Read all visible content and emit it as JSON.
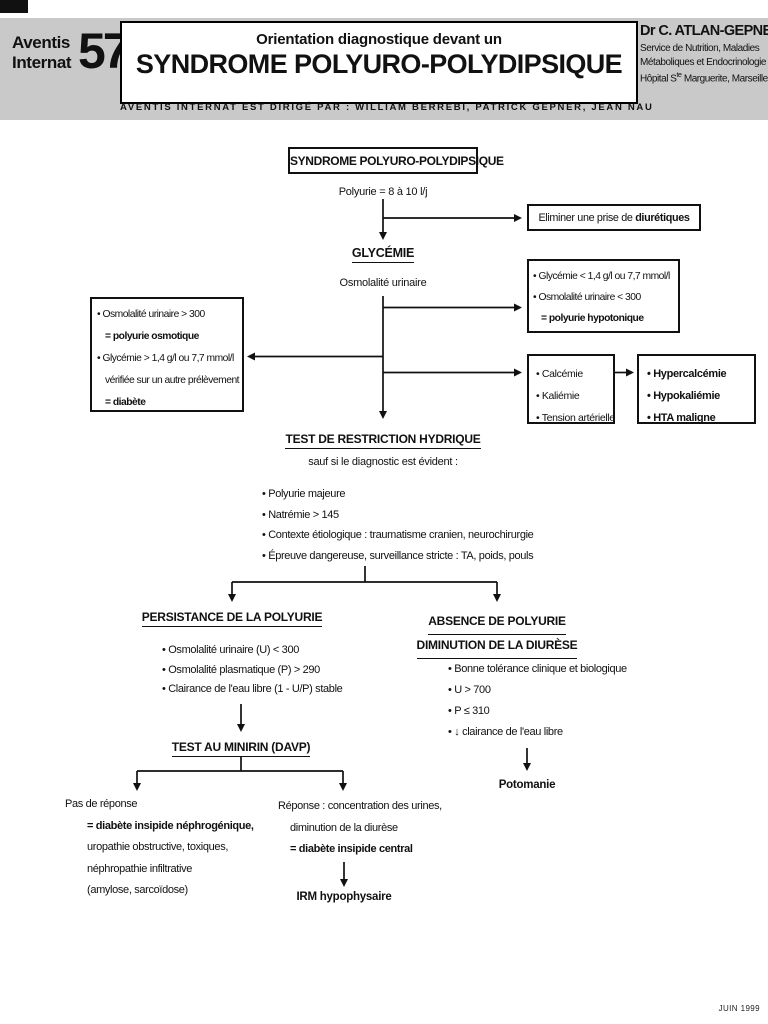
{
  "header": {
    "brand_line1": "Aventis",
    "brand_line2": "Internat",
    "number": "57",
    "title_small": "Orientation diagnostique devant un",
    "title_main": "SYNDROME POLYURO-POLYDIPSIQUE",
    "doctor": "Dr C. ATLAN-GEPNER",
    "service1": "Service de Nutrition, Maladies",
    "service2": "Métaboliques et Endocrinologie",
    "hospital_a": "Hôpital S",
    "hospital_sup": "te",
    "hospital_b": " Marguerite, Marseille",
    "direction": "AVENTIS INTERNAT EST DIRIGÉ PAR : WILLIAM BERREBI, PATRICK GEPNER, JEAN NAU"
  },
  "flow": {
    "root_label": "SYNDROME POLYURO-POLYDIPSIQUE",
    "polyurie_label": "Polyurie = 8 à 10 l/j",
    "eliminer": {
      "text": "Eliminer une prise de ",
      "bold": "diurétiques"
    },
    "glycemie_label": "GLYCÉMIE",
    "osmo_label": "Osmolalité urinaire",
    "box_hypotonique": {
      "b1": "• Glycémie < 1,4 g/l ou 7,7 mmol/l",
      "b2": "• Osmolalité urinaire < 300",
      "eq": "= polyurie hypotonique"
    },
    "box_diabete": {
      "b1": "• Osmolalité urinaire > 300",
      "eq1": "= polyurie osmotique",
      "b2": "• Glycémie > 1,4 g/l ou 7,7 mmol/l",
      "cont": "vérifiée sur un autre prélèvement",
      "eq2": "= diabète"
    },
    "box_calcemie": {
      "items": [
        "• Calcémie",
        "• Kaliémie",
        "• Tension artérielle"
      ]
    },
    "box_causes": {
      "items": [
        "• Hypercalcémie",
        "• Hypokaliémie",
        "• HTA maligne"
      ]
    },
    "restriction": {
      "title": "TEST DE RESTRICTION HYDRIQUE",
      "subtitle": "sauf si le diagnostic est évident :",
      "bullets": [
        "• Polyurie majeure",
        "• Natrémie > 145",
        "• Contexte étiologique : traumatisme cranien, neurochirurgie",
        "• Épreuve dangereuse, surveillance stricte : TA, poids, pouls"
      ]
    },
    "persistance": {
      "title": "PERSISTANCE DE LA POLYURIE",
      "bullets": [
        "• Osmolalité urinaire (U) < 300",
        "• Osmolalité plasmatique (P) > 290",
        "• Clairance de l'eau libre (1 - U/P) stable"
      ]
    },
    "absence": {
      "title_line1": "ABSENCE DE POLYURIE",
      "title_line2": "DIMINUTION DE LA DIURÈSE",
      "bullets": [
        "• Bonne tolérance clinique et biologique",
        "• U > 700",
        "• P ≤ 310",
        "• ↓ clairance de l'eau libre"
      ],
      "result": "Potomanie"
    },
    "minirin_title": "TEST AU MINIRIN (DAVP)",
    "no_response": {
      "line1": "Pas de réponse",
      "bold": "= diabète insipide néphrogénique,",
      "line3": "uropathie obstructive, toxiques,",
      "line4": "néphropathie infiltrative",
      "line5": "(amylose, sarcoïdose)"
    },
    "response": {
      "line1": "Réponse : concentration des urines,",
      "line2": "diminution de la diurèse",
      "bold": "= diabète insipide central",
      "result": "IRM hypophysaire"
    }
  },
  "footer": {
    "date": "JUIN 1999"
  },
  "colors": {
    "header_gray": "#c9c9c9",
    "ink": "#111111"
  }
}
